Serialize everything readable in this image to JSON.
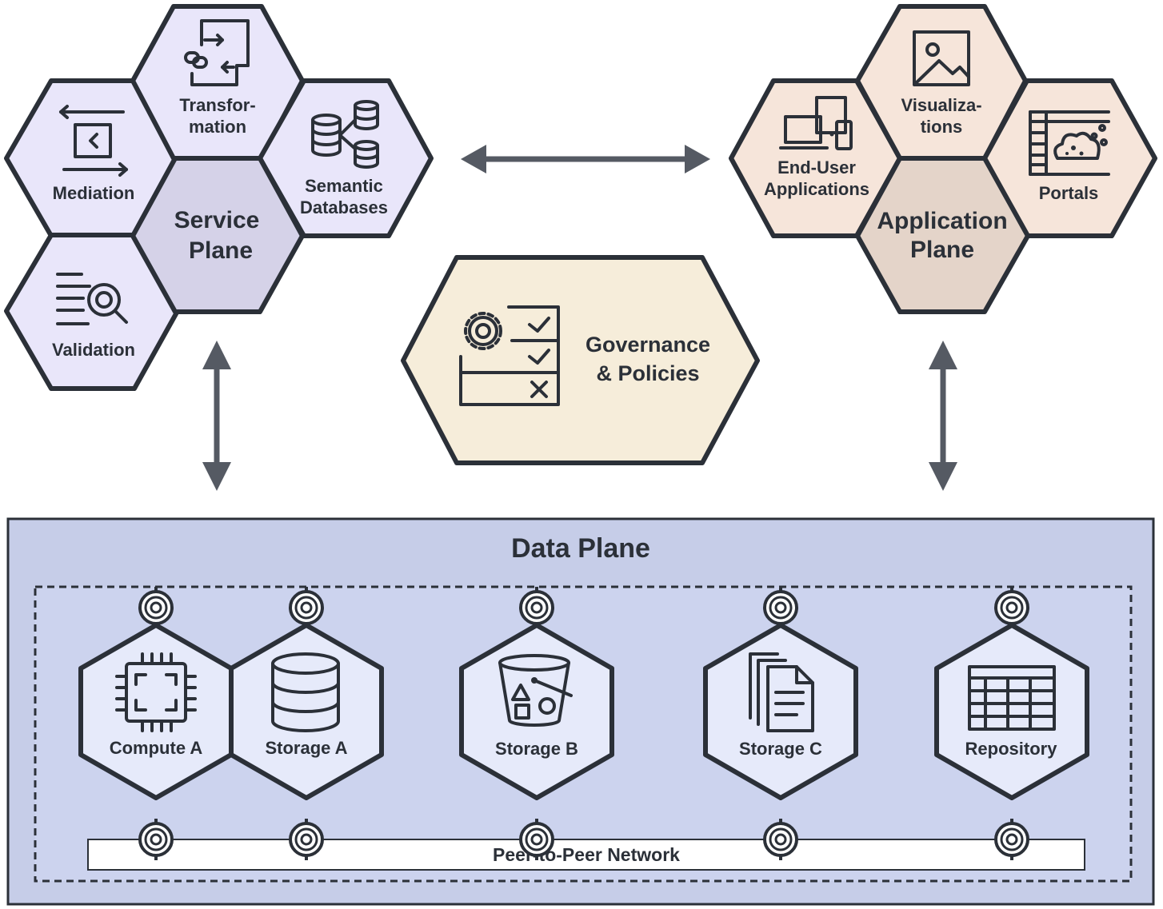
{
  "service_plane": {
    "title_line1": "Service",
    "title_line2": "Plane",
    "transformation_line1": "Transfor-",
    "transformation_line2": "mation",
    "mediation": "Mediation",
    "semantic_line1": "Semantic",
    "semantic_line2": "Databases",
    "validation": "Validation",
    "fill": "#e9e6fa",
    "center_fill": "#d5d2e8"
  },
  "application_plane": {
    "title_line1": "Application",
    "title_line2": "Plane",
    "visualizations_line1": "Visualiza-",
    "visualizations_line2": "tions",
    "enduser_line1": "End-User",
    "enduser_line2": "Applications",
    "portals": "Portals",
    "fill": "#f6e5da",
    "center_fill": "#e4d4c9"
  },
  "governance": {
    "line1": "Governance",
    "line2": "& Policies",
    "fill": "#f6edda"
  },
  "data_plane": {
    "title": "Data Plane",
    "fill": "#c6cde8",
    "inner_fill": "#ccd3ee",
    "node_fill": "#e6eafa",
    "nodes": [
      "Compute A",
      "Storage A",
      "Storage B",
      "Storage C",
      "Repository"
    ],
    "network": "Peer-to-Peer Network"
  },
  "colors": {
    "stroke": "#2b3038",
    "arrow": "#555a63"
  }
}
